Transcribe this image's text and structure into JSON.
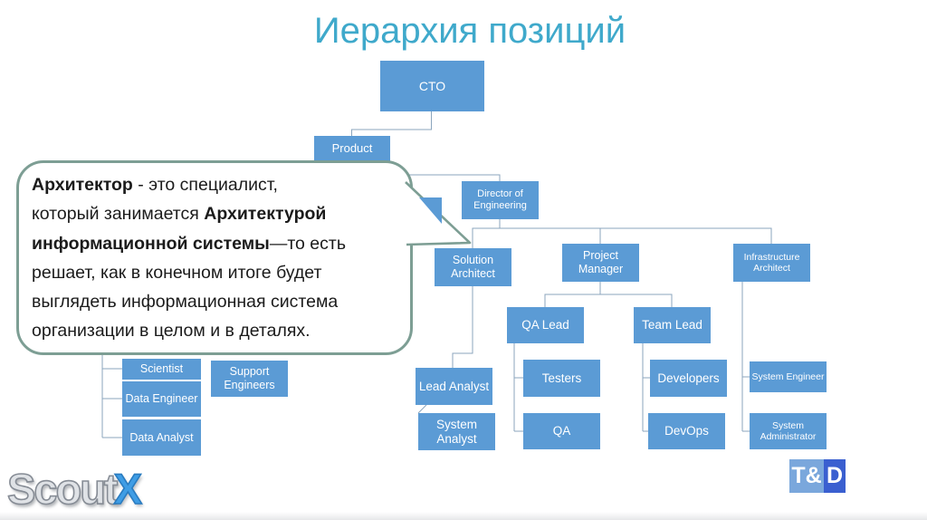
{
  "slide": {
    "title": "Иерархия позиций"
  },
  "callout": {
    "lines": [
      [
        {
          "t": "Архитектор",
          "b": true
        },
        {
          "t": " - это специалист,",
          "b": false
        }
      ],
      [
        {
          "t": "который занимается ",
          "b": false
        },
        {
          "t": "Архитектурой",
          "b": true
        }
      ],
      [
        {
          "t": "информационной системы",
          "b": true
        },
        {
          "t": "—то есть",
          "b": false
        }
      ],
      [
        {
          "t": "решает, как в конечном итоге будет",
          "b": false
        }
      ],
      [
        {
          "t": "выглядеть информационная система",
          "b": false
        }
      ],
      [
        {
          "t": "организации в целом и в деталях.",
          "b": false
        }
      ]
    ]
  },
  "org_chart": {
    "nodes": {
      "cto": {
        "label": "CTO"
      },
      "product": {
        "label": "Product"
      },
      "director_engineering": {
        "label": "Director of Engineering"
      },
      "solution_architect": {
        "label": "Solution Architect"
      },
      "project_manager": {
        "label": "Project Manager"
      },
      "infrastructure_architect": {
        "label": "Infrastructure Architect"
      },
      "qa_lead": {
        "label": "QA Lead"
      },
      "team_lead": {
        "label": "Team Lead"
      },
      "lead_analyst": {
        "label": "Lead Analyst"
      },
      "system_analyst": {
        "label": "System Analyst"
      },
      "testers": {
        "label": "Testers"
      },
      "qa": {
        "label": "QA"
      },
      "developers": {
        "label": "Developers"
      },
      "devops": {
        "label": "DevOps"
      },
      "system_engineer": {
        "label": "System Engineer"
      },
      "system_administrator": {
        "label": "System Administrator"
      },
      "scientist": {
        "label": "Scientist"
      },
      "data_engineer": {
        "label": "Data Engineer"
      },
      "data_analyst": {
        "label": "Data Analyst"
      },
      "support_engineers": {
        "label": "Support Engineers"
      }
    }
  },
  "logos": {
    "scoutx": {
      "part1": "Scout",
      "part2": "X"
    },
    "td": {
      "left": "T&",
      "right": "D"
    }
  },
  "colors": {
    "title": "#3fa9cb",
    "node_blue": "#5b9bd5",
    "node_text": "#ffffff",
    "connector": "#8ba5bd",
    "bubble_border": "#7d9e94",
    "td_light": "#7aa7dc",
    "td_dark": "#3a5fd0"
  }
}
